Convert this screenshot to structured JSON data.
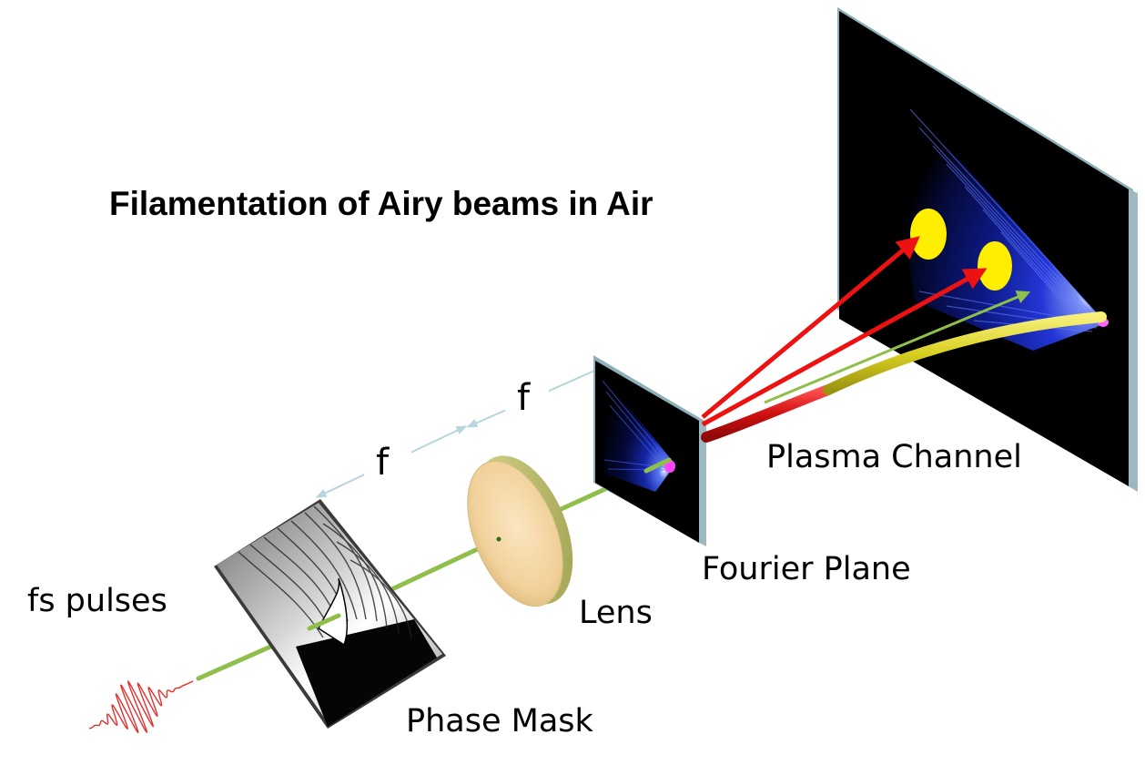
{
  "title": "Filamentation of Airy beams in Air",
  "labels": {
    "source": "fs pulses",
    "phase_mask": "Phase Mask",
    "lens": "Lens",
    "fourier_plane": "Fourier Plane",
    "plasma_channel": "Plasma Channel",
    "focal_1": "f",
    "focal_2": "f"
  },
  "colors": {
    "beam": "#8fbf4a",
    "pulse": "#e53030",
    "arrow": "#ee1111",
    "plasma_red": "#d41414",
    "plasma_yellow": "#e8e030",
    "spot": "#ffee00",
    "airy_blue": "#2a3cff",
    "screen_black": "#000000",
    "dimension_line": "#b8d4dc",
    "lens_face": "#f4d8a4",
    "lens_rim": "#c8c870"
  }
}
